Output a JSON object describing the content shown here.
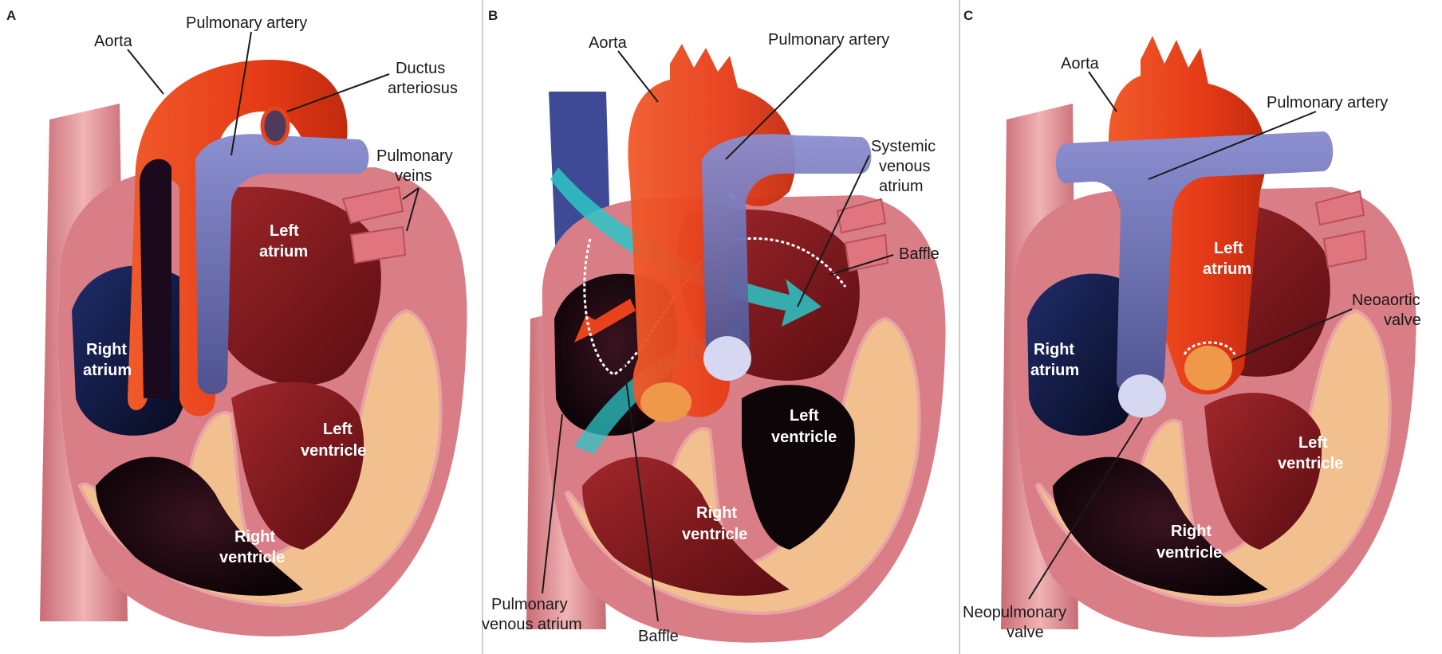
{
  "panels": [
    {
      "letter": "A",
      "labels": {
        "aorta": "Aorta",
        "pulmonary_artery": "Pulmonary artery",
        "ductus_1": "Ductus",
        "ductus_2": "arteriosus",
        "pulm_veins_1": "Pulmonary",
        "pulm_veins_2": "veins",
        "left_atrium_1": "Left",
        "left_atrium_2": "atrium",
        "right_atrium_1": "Right",
        "right_atrium_2": "atrium",
        "left_ventricle_1": "Left",
        "left_ventricle_2": "ventricle",
        "right_ventricle_1": "Right",
        "right_ventricle_2": "ventricle"
      }
    },
    {
      "letter": "B",
      "labels": {
        "aorta": "Aorta",
        "pulmonary_artery": "Pulmonary artery",
        "systemic_1": "Systemic",
        "systemic_2": "venous",
        "systemic_3": "atrium",
        "baffle_right": "Baffle",
        "left_ventricle_1": "Left",
        "left_ventricle_2": "ventricle",
        "right_ventricle_1": "Right",
        "right_ventricle_2": "ventricle",
        "pulm_venous_1": "Pulmonary",
        "pulm_venous_2": "venous atrium",
        "baffle_bottom": "Baffle"
      }
    },
    {
      "letter": "C",
      "labels": {
        "aorta": "Aorta",
        "pulmonary_artery": "Pulmonary artery",
        "left_atrium_1": "Left",
        "left_atrium_2": "atrium",
        "neoaortic_1": "Neoaortic",
        "neoaortic_2": "valve",
        "right_atrium_1": "Right",
        "right_atrium_2": "atrium",
        "left_ventricle_1": "Left",
        "left_ventricle_2": "ventricle",
        "right_ventricle_1": "Right",
        "right_ventricle_2": "ventricle",
        "neopulmonary_1": "Neopulmonary",
        "neopulmonary_2": "valve"
      }
    }
  ],
  "colors": {
    "aorta": "#e8431c",
    "pulmonary": "#6c6fb8",
    "muscle_dark": "#8b1a1a",
    "myocardium": "#f1c08e",
    "pericardium": "#e9a3a6",
    "chamber_dark": "#2a0d12",
    "baffle_flow": "#2bc6c7"
  }
}
